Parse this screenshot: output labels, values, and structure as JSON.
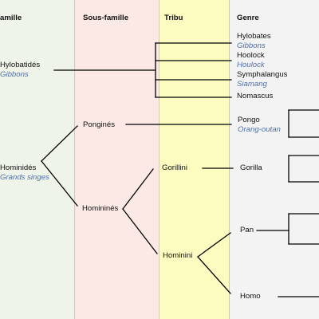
{
  "headers": {
    "famille": "amille",
    "sous_famille": "Sous-famille",
    "tribu": "Tribu",
    "genre": "Genre"
  },
  "families": {
    "hylobatides": {
      "name": "Hylobatidés",
      "common": "Gibbons"
    },
    "hominides": {
      "name": "Hominidés",
      "common": "Grands singes"
    }
  },
  "subfamilies": {
    "pongines": "Ponginés",
    "hominines": "Homininés"
  },
  "tribes": {
    "gorillini": "Gorillini",
    "hominini": "Hominini"
  },
  "genera": {
    "hylobates": {
      "name": "Hylobates",
      "common": "Gibbons"
    },
    "hoolock": {
      "name": "Hoolock",
      "common": "Houlock"
    },
    "symphalangus": {
      "name": "Symphalangus",
      "common": "Siamang"
    },
    "nomascus": {
      "name": "Nomascus"
    },
    "pongo": {
      "name": "Pongo",
      "common": "Orang-outan"
    },
    "gorilla": {
      "name": "Gorilla"
    },
    "pan": {
      "name": "Pan"
    },
    "homo": {
      "name": "Homo"
    }
  },
  "colors": {
    "famille_band": "#eef4ea",
    "sous_famille_band": "#fce9e5",
    "tribu_band": "#fcfcc0",
    "genre_band": "#f3f3f3",
    "common_name_text": "#4f6fa8"
  }
}
